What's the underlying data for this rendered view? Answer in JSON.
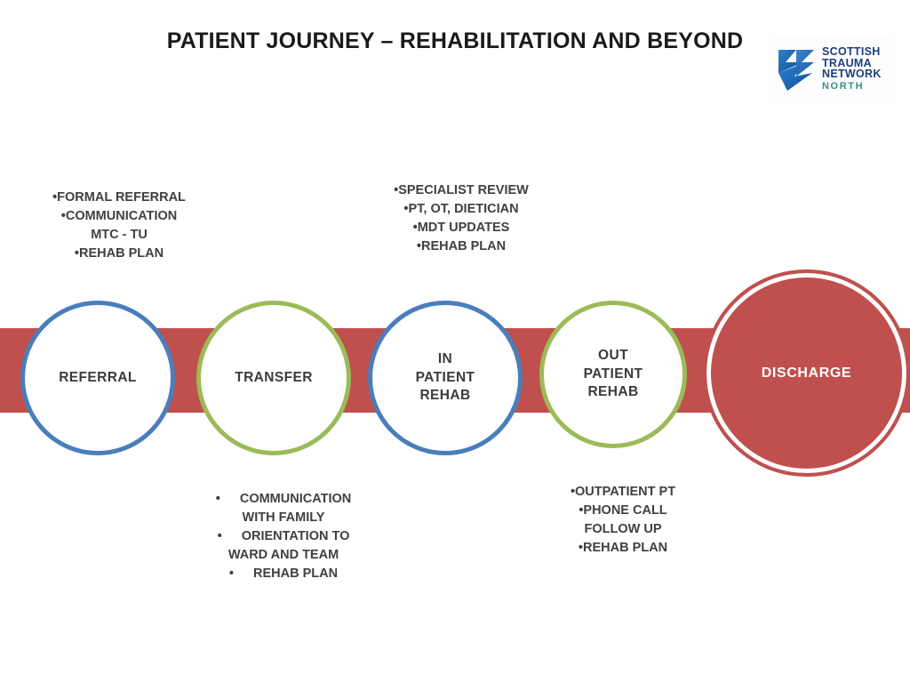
{
  "slide": {
    "title": "PATIENT JOURNEY – REHABILITATION AND BEYOND"
  },
  "logo": {
    "name": "scottish-trauma-network-north-logo",
    "line1": "SCOTTISH",
    "line2": "TRAUMA",
    "line3": "NETWORK",
    "sub": "NORTH",
    "mark": "chevron-arrow-icon",
    "text_color": "#1c3f7c",
    "sub_color": "#3e8e8b",
    "mark_color": "#1f6fc4"
  },
  "band": {
    "color": "#c0504d"
  },
  "stages": [
    {
      "id": "referral",
      "label_lines": [
        "REFERRAL"
      ],
      "style": "outline",
      "color": "#4a7ebb"
    },
    {
      "id": "transfer",
      "label_lines": [
        "TRANSFER"
      ],
      "style": "outline",
      "color": "#9bbb59"
    },
    {
      "id": "inpatient",
      "label_lines": [
        "IN",
        "PATIENT",
        "REHAB"
      ],
      "style": "outline",
      "color": "#4a7ebb"
    },
    {
      "id": "outpatient",
      "label_lines": [
        "OUT",
        "PATIENT",
        "REHAB"
      ],
      "style": "outline",
      "color": "#9bbb59"
    },
    {
      "id": "discharge",
      "label_lines": [
        "DISCHARGE"
      ],
      "style": "filled",
      "color": "#c0504d"
    }
  ],
  "notes": {
    "referral": {
      "position": "above",
      "lines": [
        {
          "bullet": true,
          "text": "FORMAL REFERRAL"
        },
        {
          "bullet": true,
          "text": "COMMUNICATION"
        },
        {
          "bullet": false,
          "text": "MTC - TU"
        },
        {
          "bullet": true,
          "text": "REHAB PLAN"
        }
      ]
    },
    "inpatient": {
      "position": "above",
      "lines": [
        {
          "bullet": true,
          "text": "SPECIALIST REVIEW"
        },
        {
          "bullet": true,
          "text": "PT, OT, DIETICIAN"
        },
        {
          "bullet": true,
          "text": "MDT UPDATES"
        },
        {
          "bullet": true,
          "text": "REHAB PLAN"
        }
      ]
    },
    "transfer": {
      "position": "below",
      "lines": [
        {
          "bullet": true,
          "wide": true,
          "text": "COMMUNICATION"
        },
        {
          "bullet": false,
          "text": "WITH FAMILY"
        },
        {
          "bullet": true,
          "wide": true,
          "text": "ORIENTATION TO"
        },
        {
          "bullet": false,
          "text": "WARD  AND TEAM"
        },
        {
          "bullet": true,
          "wide": true,
          "text": "REHAB PLAN"
        }
      ]
    },
    "outpatient": {
      "position": "below",
      "lines": [
        {
          "bullet": true,
          "text": "OUTPATIENT PT"
        },
        {
          "bullet": true,
          "text": "PHONE CALL"
        },
        {
          "bullet": false,
          "text": "FOLLOW UP"
        },
        {
          "bullet": true,
          "text": "REHAB PLAN"
        }
      ]
    }
  }
}
